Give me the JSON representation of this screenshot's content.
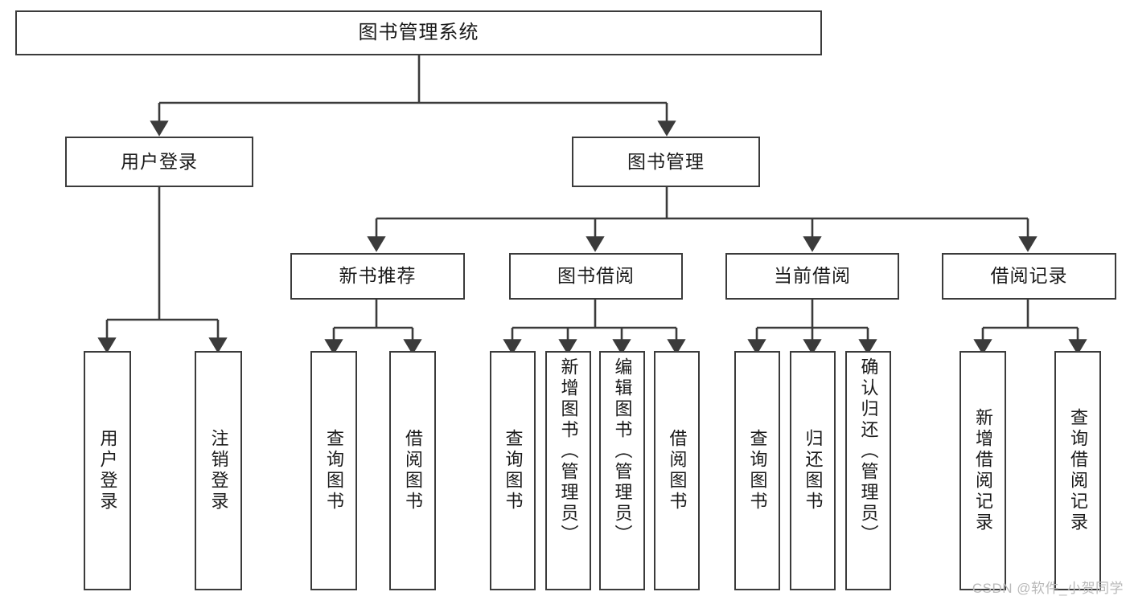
{
  "diagram": {
    "title": "图书管理系统",
    "type": "tree-hierarchy",
    "watermark": "CSDN @软件_小贺同学",
    "colors": {
      "stroke": "#3b3b3b",
      "fill": "#ffffff",
      "text": "#1a1a1a",
      "watermark": "#b9b9b9"
    },
    "levels": {
      "root": {
        "label": "图书管理系统"
      },
      "level2": [
        {
          "label": "用户登录"
        },
        {
          "label": "图书管理"
        }
      ],
      "level3": [
        {
          "label": "新书推荐"
        },
        {
          "label": "图书借阅"
        },
        {
          "label": "当前借阅"
        },
        {
          "label": "借阅记录"
        }
      ],
      "leaves": {
        "user_login": [
          {
            "label": "用户登录"
          },
          {
            "label": "注销登录"
          }
        ],
        "new_book_recommend": [
          {
            "label": "查询图书"
          },
          {
            "label": "借阅图书"
          }
        ],
        "book_borrow": [
          {
            "label": "查询图书"
          },
          {
            "label": "新增图书（管理员）"
          },
          {
            "label": "编辑图书（管理员）"
          },
          {
            "label": "借阅图书"
          }
        ],
        "current_borrow": [
          {
            "label": "查询图书"
          },
          {
            "label": "归还图书"
          },
          {
            "label": "确认归还（管理员）"
          }
        ],
        "borrow_records": [
          {
            "label": "新增借阅记录"
          },
          {
            "label": "查询借阅记录"
          }
        ]
      }
    }
  }
}
